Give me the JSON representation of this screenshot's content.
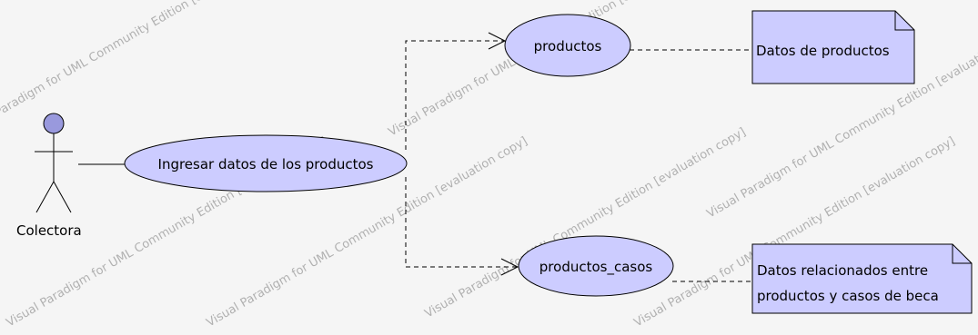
{
  "diagram": {
    "actor": {
      "name": "Colectora"
    },
    "use_cases": {
      "main": "Ingresar datos de los productos",
      "productos": "productos",
      "productos_casos": "productos_casos"
    },
    "notes": {
      "productos_note": "Datos de productos",
      "casos_note_line1": "Datos relacionados entre",
      "casos_note_line2": "productos y casos de beca"
    }
  },
  "watermark": {
    "line_a": "Visual Paradigm for UML Community Edition [evaluation copy]",
    "line_b": "Visual Paradigm for UML Community Edition [evaluation copy]",
    "line_c": "Visual Paradigm for UML Community Edition [evaluation copy]",
    "line_d": "Visual Paradigm for UML Community Edition [evaluation copy]",
    "line_e": "Visual Paradigm for UML Community Edition [evaluation copy]",
    "line_f": "Visual Paradigm for UML Community Edition [evaluation copy]",
    "line_g": "Visual Paradigm for UML Community Edition [evaluation copy]"
  },
  "colors": {
    "use_case_fill": "#ccccff",
    "note_fill": "#ccccff",
    "actor_head_fill": "#9999dd",
    "stroke": "#000000",
    "background": "#f5f5f5",
    "watermark": "#9a9a9a"
  }
}
